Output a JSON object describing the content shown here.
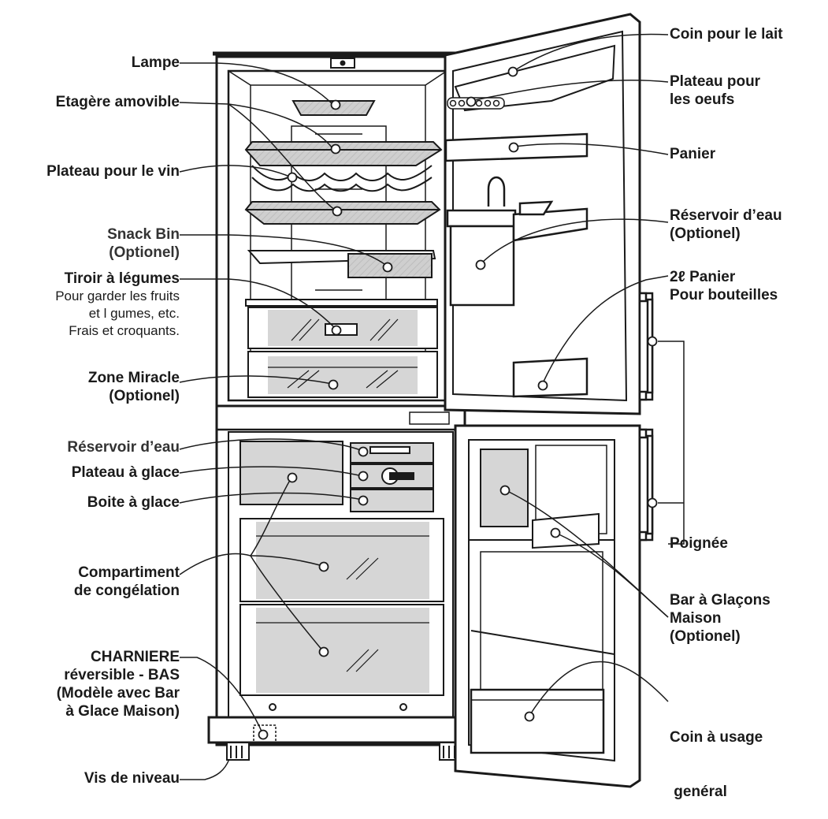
{
  "labels_left": {
    "lampe": [
      "Lampe"
    ],
    "etagere": [
      "Etagère amovible"
    ],
    "plateau_vin": [
      "Plateau pour le vin"
    ],
    "snack_bin": [
      "Snack Bin",
      "(Optionel)"
    ],
    "tiroir_legumes": [
      "Tiroir à légumes"
    ],
    "tiroir_legumes_desc": [
      "Pour garder les fruits",
      "et l gumes, etc.",
      "Frais et croquants."
    ],
    "zone_miracle": [
      "Zone Miracle",
      "(Optionel)"
    ],
    "reservoir_eau_bas": [
      "Réservoir d’eau"
    ],
    "plateau_glace": [
      "Plateau à glace"
    ],
    "boite_glace": [
      "Boite à glace"
    ],
    "compartiment": [
      "Compartiment",
      "de congélation"
    ],
    "charniere": [
      "CHARNIERE",
      "réversible - BAS",
      "(Modèle avec Bar",
      "à Glace Maison)"
    ],
    "vis_niveau": [
      "Vis de niveau"
    ]
  },
  "labels_right": {
    "coin_lait": [
      "Coin pour le lait"
    ],
    "plateau_oeufs": [
      "Plateau pour",
      "les oeufs"
    ],
    "panier": [
      "Panier"
    ],
    "reservoir_eau_haut": [
      "Réservoir d’eau",
      "(Optionel)"
    ],
    "panier_bouteilles": [
      "2ℓ Panier",
      "Pour bouteilles"
    ],
    "poignee": [
      "Poignée"
    ],
    "bar_glacons": [
      "Bar à Glaçons",
      "Maison",
      "(Optionel)"
    ],
    "coin_usage": [
      "Coin à usage",
      " genéral"
    ]
  },
  "colors": {
    "line": "#1a1a1a",
    "shade": "#d6d6d6",
    "shade_dark": "#b9b9b9",
    "background": "#ffffff"
  }
}
